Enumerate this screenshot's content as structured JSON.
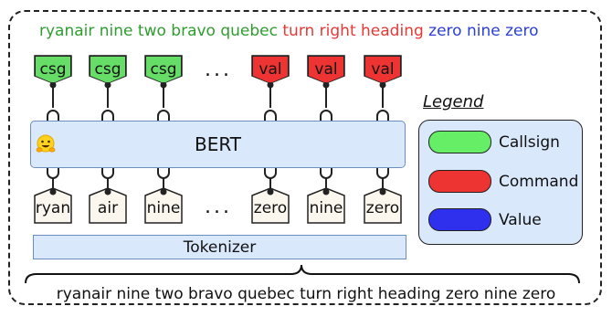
{
  "top_sentence": [
    {
      "text": "ryanair nine two bravo quebec",
      "color": "#2e9e2e"
    },
    {
      "text": " turn right heading",
      "color": "#e53935"
    },
    {
      "text": " zero nine zero",
      "color": "#2a3fd6"
    }
  ],
  "output_tags": [
    {
      "label": "csg",
      "fill": "#66dd66"
    },
    {
      "label": "csg",
      "fill": "#66dd66"
    },
    {
      "label": "csg",
      "fill": "#66dd66"
    },
    {
      "label": "val",
      "fill": "#ee3333"
    },
    {
      "label": "val",
      "fill": "#ee3333"
    },
    {
      "label": "val",
      "fill": "#ee3333"
    }
  ],
  "ellipsis": "...",
  "model": {
    "label": "BERT",
    "icon": "hugging-face-icon"
  },
  "input_tokens": [
    "ryan",
    "air",
    "nine",
    "zero",
    "nine",
    "zero"
  ],
  "tokenizer_label": "Tokenizer",
  "bottom_sentence": "ryanair nine two bravo quebec turn right heading zero nine zero",
  "legend": {
    "title": "Legend",
    "items": [
      {
        "label": "Callsign",
        "color": "#66ee66"
      },
      {
        "label": "Command",
        "color": "#ee3333"
      },
      {
        "label": "Value",
        "color": "#2f2fee"
      }
    ]
  }
}
